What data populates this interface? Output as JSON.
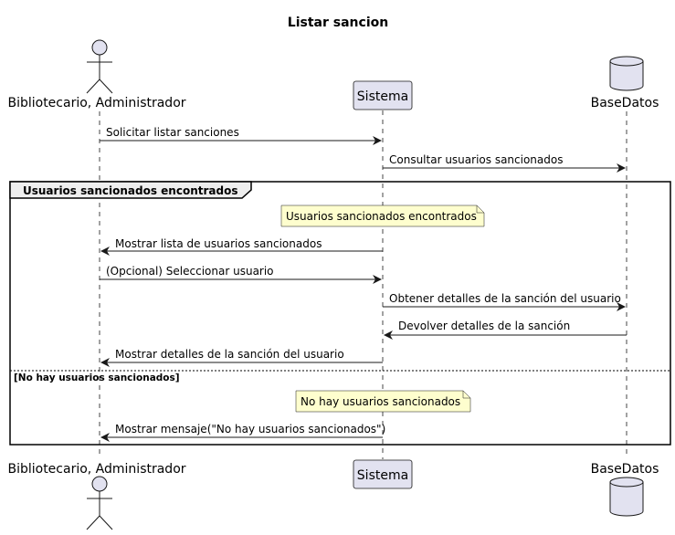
{
  "title": "Listar sancion",
  "participants": {
    "actor": "Bibliotecario, Administrador",
    "system": "Sistema",
    "database": "BaseDatos"
  },
  "messages": {
    "m1": "Solicitar listar sanciones",
    "m2": "Consultar usuarios sancionados",
    "m3": "Mostrar lista de usuarios sancionados",
    "m4": "(Opcional) Seleccionar usuario",
    "m5": "Obtener detalles de la sanción del usuario",
    "m6": "Devolver detalles de la sanción",
    "m7": "Mostrar detalles de la sanción del usuario",
    "m8": "Mostrar mensaje(\"No hay usuarios sancionados\")"
  },
  "fragment": {
    "label": "Usuarios sancionados encontrados",
    "else_guard": "[No hay usuarios sancionados]"
  },
  "notes": {
    "found": "Usuarios sancionados encontrados",
    "not_found": "No hay usuarios sancionados"
  },
  "colors": {
    "participant_fill": "#e2e2f0",
    "participant_stroke": "#181818",
    "note_fill": "#fefece",
    "lifeline": "#181818",
    "fragment_header_fill": "#eeeeee"
  }
}
